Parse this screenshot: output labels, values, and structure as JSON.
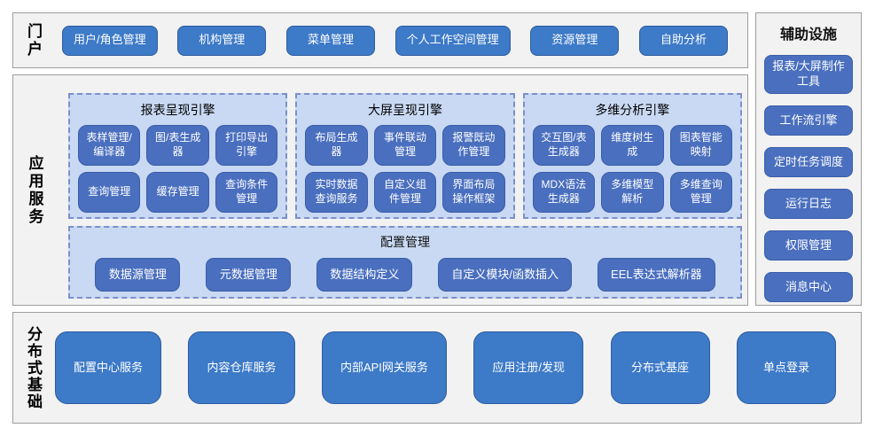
{
  "colors": {
    "node_blue": "#3d7ac8",
    "node_indigo": "#4a6fbf",
    "node_border": "#2f5d9e",
    "panel_fill": "#c9d9f3",
    "panel_dashed_border": "#7a90c8",
    "section_fill": "#f2f2f2",
    "text_on_node": "#ffffff"
  },
  "portal": {
    "label": "门户",
    "items": [
      "用户/角色管理",
      "机构管理",
      "菜单管理",
      "个人工作空间管理",
      "资源管理",
      "自助分析"
    ]
  },
  "app_services": {
    "label": "应用服务",
    "engines": [
      {
        "title": "报表呈现引擎",
        "items": [
          "表样管理/编译器",
          "图/表生成器",
          "打印导出引擎",
          "查询管理",
          "缓存管理",
          "查询条件管理"
        ]
      },
      {
        "title": "大屏呈现引擎",
        "items": [
          "布局生成器",
          "事件联动管理",
          "报警既动作管理",
          "实时数据查询服务",
          "自定义组件管理",
          "界面布局操作框架"
        ]
      },
      {
        "title": "多维分析引擎",
        "items": [
          "交互图/表生成器",
          "维度树生成",
          "图表智能映射",
          "MDX语法生成器",
          "多维模型解析",
          "多维查询管理"
        ]
      }
    ],
    "config": {
      "title": "配置管理",
      "items": [
        "数据源管理",
        "元数据管理",
        "数据结构定义",
        "自定义模块/函数插入",
        "EEL表达式解析器"
      ]
    }
  },
  "auxiliary": {
    "title": "辅助设施",
    "items": [
      "报表/大屏制作工具",
      "工作流引擎",
      "定时任务调度",
      "运行日志",
      "权限管理",
      "消息中心"
    ]
  },
  "distributed": {
    "label": "分布式基础",
    "items": [
      "配置中心服务",
      "内容仓库服务",
      "内部API网关服务",
      "应用注册/发现",
      "分布式基座",
      "单点登录"
    ]
  }
}
